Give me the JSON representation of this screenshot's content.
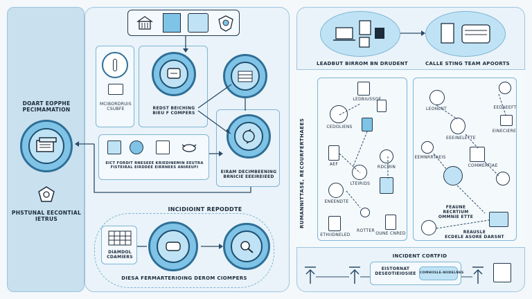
{
  "sidebar": {
    "title": "DOART EOPPHE\nPECIMAMATION",
    "subtitle": "PHSTUNAL EECONTIAL\nIETRUS"
  },
  "left_panel": {
    "center_box_label": "REDST BEICHING\nBIEU F COMPERS",
    "left_icon_labels": [
      "MCIBORDRUIS\nCSUBFE"
    ],
    "middle_box_label": "EICT FORDIT RNESEEE KRIEDINEMIN EEUTRA\nFISTEIRAL EIRDDEE EIRRNEES ANIREUFI",
    "right_circle_label": "EIRAM DECIMBEENING\nBRNICIE EEEIREIEED",
    "bottom_title": "INCIDIOINT REPODDTE",
    "bottom_box_label": "DIAMDOL\nCDAMIERS",
    "bottom_caption": "DIESA FERMARTERIOING DEROM CIOMPERS"
  },
  "right_panel": {
    "top_left_label": "LEADBUT BIRROM BN DRUDENT",
    "top_right_label": "CALLE STING TEAM APOORTS",
    "vertical_label": "RUMANNITTASE, RECOURFERTHAEES",
    "left_item_labels": [
      "LEDBIUSSOE",
      "CEDOLIENS",
      "AEF",
      "LTEIRIDS",
      "RDCMIN",
      "ENEENDTE",
      "ETHIIDNELED",
      "ROTTER",
      "OUNE CNRED"
    ],
    "right_item_labels": [
      "LEONLNT",
      "EEDAEEFT",
      "EEEINELETTE",
      "EINECIERE",
      "EEMNRRTAEIS",
      "COMMERTIAE",
      "FEAUNE\nRECRTIUM\nOMMNIE ETTE",
      "REAUSLE\nECDELE ASORE DARSNT"
    ],
    "bottom_title": "INCIDENT CORTFID",
    "bottom_box_labels": [
      "EISTORNAT\nDESEOTIEIOSIEE",
      "COMHIISLE-NIIDELNES"
    ]
  },
  "colors": {
    "panel_bg": "#eaf3f9",
    "sidebar_bg": "#c9e0ef",
    "border": "#9cc4dd",
    "circle_fill": "#7fc3e6",
    "circle_ring": "#2f6f97",
    "line": "#2a4a66"
  }
}
